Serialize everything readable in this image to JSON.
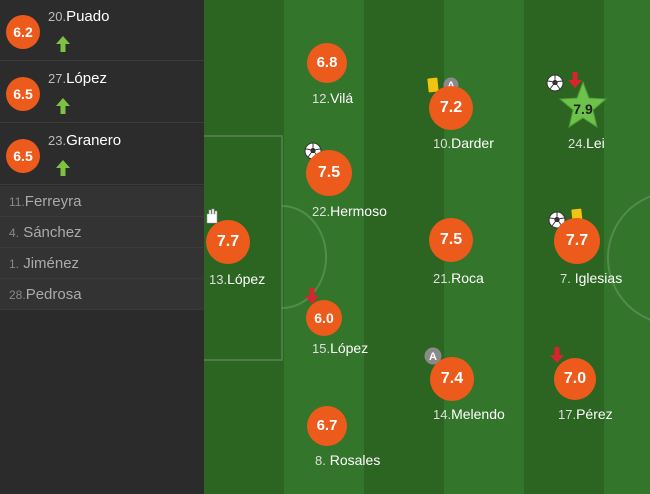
{
  "subs": [
    {
      "number": "20.",
      "name": "Puado",
      "rating": "6.2"
    },
    {
      "number": "27.",
      "name": "López",
      "rating": "6.5"
    },
    {
      "number": "23.",
      "name": "Granero",
      "rating": "6.5"
    }
  ],
  "bench": [
    {
      "number": "11.",
      "name": "Ferreyra"
    },
    {
      "number": "4.",
      "name": "Sánchez"
    },
    {
      "number": "1.",
      "name": "Jiménez"
    },
    {
      "number": "28.",
      "name": "Pedrosa"
    }
  ],
  "players": {
    "lopez13": {
      "number": "13.",
      "name": "López",
      "rating": "7.7"
    },
    "hermoso": {
      "number": "22.",
      "name": "Hermoso",
      "rating": "7.5"
    },
    "lopez15": {
      "number": "15.",
      "name": "López",
      "rating": "6.0"
    },
    "rosales": {
      "number": "8.",
      "name": "Rosales",
      "rating": "6.7"
    },
    "vila": {
      "number": "12.",
      "name": "Vilá",
      "rating": "6.8"
    },
    "roca": {
      "number": "21.",
      "name": "Roca",
      "rating": "7.5"
    },
    "darder": {
      "number": "10.",
      "name": "Darder",
      "rating": "7.2"
    },
    "melendo": {
      "number": "14.",
      "name": "Melendo",
      "rating": "7.4"
    },
    "lei": {
      "number": "24.",
      "name": "Lei",
      "rating": "7.9"
    },
    "iglesias": {
      "number": "7.",
      "name": "Iglesias",
      "rating": "7.7"
    },
    "perez": {
      "number": "17.",
      "name": "Pérez",
      "rating": "7.0"
    }
  },
  "icons": {
    "sub_in": "sub-in-arrow-icon",
    "sub_out": "sub-out-arrow-icon",
    "goal": "soccer-ball-icon",
    "yellow": "yellow-card-icon",
    "assist": "assist-icon",
    "gloves": "goalkeeper-glove-icon",
    "star": "man-of-the-match-star-icon"
  },
  "colors": {
    "rating": "#ec5a1c",
    "star": "#6cc24a",
    "sub_in": "#7dc242",
    "sub_out": "#d9232d",
    "yellow_card": "#f1c40f",
    "pitch_dark": "#2c6521",
    "pitch_light": "#33752a"
  }
}
